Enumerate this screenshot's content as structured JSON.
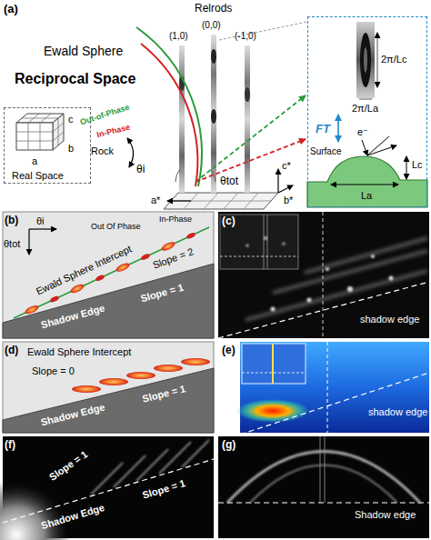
{
  "diagram": {
    "nodes": [
      {
        "text": [
          "Real Space",
          "a",
          "b",
          "c"
        ]
      },
      {
        "text": [
          "2π/Lc",
          "2π/La",
          "FT",
          "e⁻",
          "Surface",
          "La",
          "Lc"
        ]
      }
    ],
    "labels": [
      "(a)",
      "Relrods",
      "Ewald Sphere",
      "(0,0)",
      "(1,0)",
      "(-1,0)",
      "Reciprocal Space",
      "Out-of-Phase",
      "In-Phase",
      "Rock",
      "θi",
      "θtot",
      "c*",
      "b*",
      "a*",
      "(b)",
      "θi",
      "θtot",
      "Ewald Sphere Intercept",
      "Slope = 2",
      "In-Phase",
      "Out Of Phase",
      "Shadow Edge",
      "Slope = 1",
      "(c)",
      "shadow edge",
      "(d)",
      "Ewald Sphere Intercept",
      "Slope = 0",
      "Shadow Edge",
      "Slope = 1",
      "(e)",
      "shadow edge",
      "(f)",
      "Slope = 1",
      "Shadow Edge",
      "Slope = 1",
      "(g)",
      "Shadow edge"
    ]
  }
}
